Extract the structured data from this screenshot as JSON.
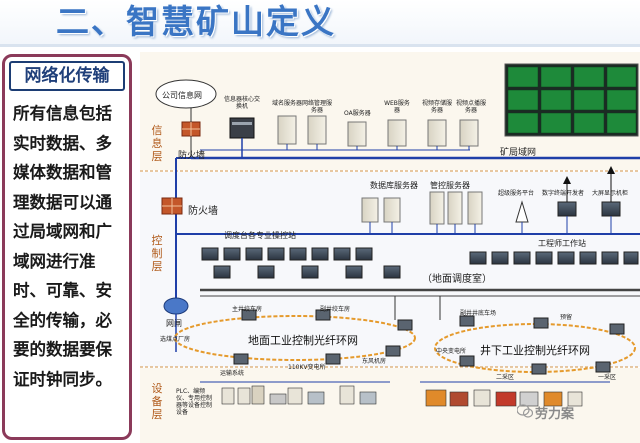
{
  "slide": {
    "title": "二、智慧矿山定义"
  },
  "card": {
    "header": "网络化传输",
    "body": "所有信息包括实时数据、多媒体数据和管理数据可以通过局域网和广域网进行准时、可靠、安全的传输，必要的数据要保证时钟同步。"
  },
  "diagram": {
    "layers": {
      "info": "信息层",
      "control": "控制层",
      "device": "设备层"
    },
    "labels": {
      "public_net": "公司信息网",
      "firewall_top": "防火墙",
      "firewall_mid": "防火墙",
      "mine_net": "矿局域网",
      "router": "网闸",
      "dispatch_room": "（地面调度室）",
      "dispatch_stations": "调度台各专业操控站",
      "engineer_station": "工程师工作站",
      "db_server": "数据库服务器",
      "mgmt_server": "管控服务器",
      "wireless": "超级服务平台",
      "web_dev": "数字终端开发者",
      "large_screen": "大屏显示机柜",
      "ground_ring": "地面工业控制光纤环网",
      "under_ring": "井下工业控制光纤环网",
      "main_shaft": "主井绞车房",
      "aux_shaft": "副井绞车房",
      "under_aux": "副井井底车场",
      "pump": "预留",
      "coal_plant": "选煤点厂房",
      "power_ground": "110KV变电所",
      "east_wind": "东风机房",
      "central_sub": "中央变电所",
      "mining1": "一采区",
      "mining2": "二采区",
      "conveyor": "运输系统",
      "plc_note": "PLC、编频仪、专用控制器等设备控制设备"
    },
    "servers": [
      {
        "label": "信息器核心交换机"
      },
      {
        "label": "域名服务器"
      },
      {
        "label": "网络管理服务器"
      },
      {
        "label": "OA服务器"
      },
      {
        "label": "WEB服务器"
      },
      {
        "label": "视频存储服务器"
      },
      {
        "label": "视频点播服务器"
      }
    ],
    "watermark": "劳力案"
  }
}
